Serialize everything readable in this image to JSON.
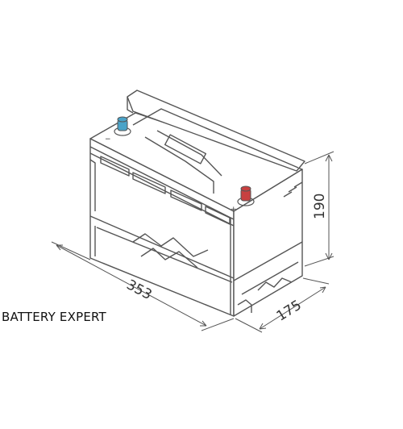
{
  "diagram": {
    "dimensions": {
      "length": "353",
      "width": "175",
      "height": "190"
    },
    "terminal_colors": {
      "negative": "#4aa3c8",
      "positive": "#c84040"
    },
    "line_color": "#555555"
  },
  "caption": "BATTERY EXPERT"
}
